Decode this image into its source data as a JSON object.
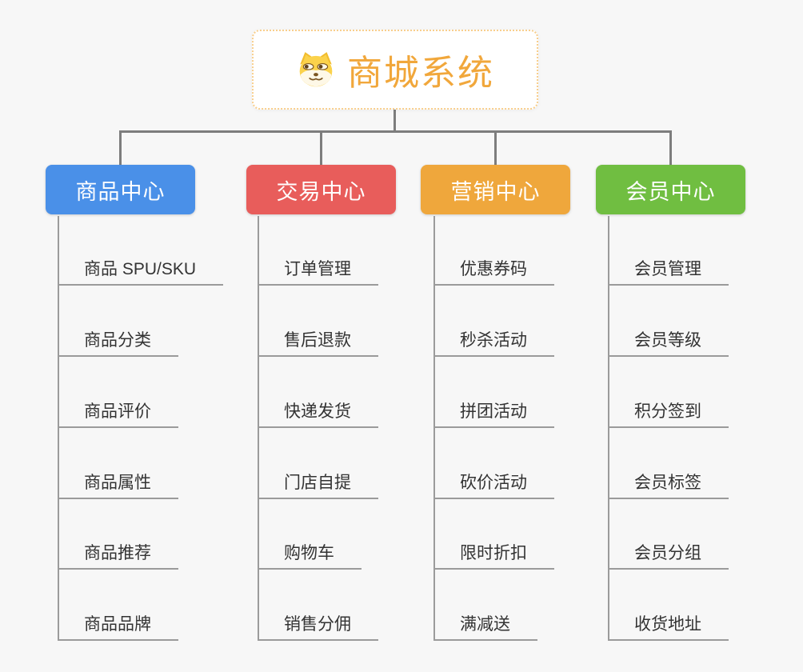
{
  "root": {
    "title": "商城系统",
    "icon": "shiba-dog-icon"
  },
  "branches": [
    {
      "label": "商品中心",
      "color": "#4a90e8",
      "items": [
        "商品 SPU/SKU",
        "商品分类",
        "商品评价",
        "商品属性",
        "商品推荐",
        "商品品牌"
      ]
    },
    {
      "label": "交易中心",
      "color": "#e85d5b",
      "items": [
        "订单管理",
        "售后退款",
        "快递发货",
        "门店自提",
        "购物车",
        "销售分佣"
      ]
    },
    {
      "label": "营销中心",
      "color": "#efa73c",
      "items": [
        "优惠券码",
        "秒杀活动",
        "拼团活动",
        "砍价活动",
        "限时折扣",
        "满减送"
      ]
    },
    {
      "label": "会员中心",
      "color": "#70be41",
      "items": [
        "会员管理",
        "会员等级",
        "积分签到",
        "会员标签",
        "会员分组",
        "收货地址"
      ]
    }
  ],
  "colors": {
    "background": "#f7f7f7",
    "root_text": "#f1a73b",
    "root_border": "#f8ce8c",
    "tree_line": "#7d7d7d",
    "leaf_line": "#9b9b9b",
    "leaf_text": "#333333"
  }
}
